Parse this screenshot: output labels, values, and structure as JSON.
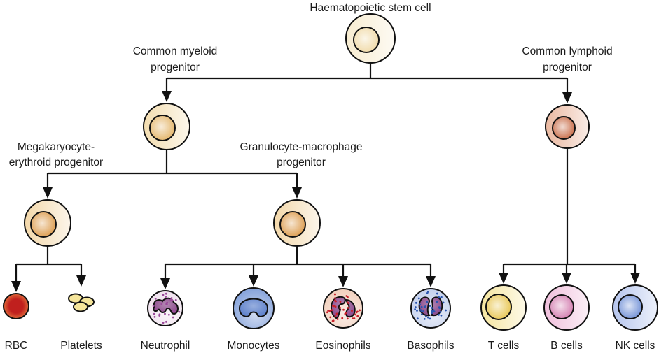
{
  "title": "Haematopoiesis lineage diagram",
  "nodes": {
    "hsc": {
      "label": [
        "Haematopoietic stem cell"
      ],
      "type": "progenitor",
      "cytoplasm": "#f7ecd0",
      "nucleus": "#f0d9a6"
    },
    "cmp": {
      "label": [
        "Common myeloid",
        "progenitor"
      ],
      "type": "progenitor",
      "cytoplasm": "#f3ddb0",
      "nucleus": "#e3b467"
    },
    "clp": {
      "label": [
        "Common lymphoid",
        "progenitor"
      ],
      "type": "progenitor",
      "cytoplasm": "#eab8a0",
      "nucleus": "#c86a45"
    },
    "mep": {
      "label": [
        "Megakaryocyte-",
        "erythroid progenitor"
      ],
      "type": "progenitor",
      "cytoplasm": "#f3d8aa",
      "nucleus": "#dc9a4a"
    },
    "gmp": {
      "label": [
        "Granulocyte-macrophage",
        "progenitor"
      ],
      "type": "progenitor",
      "cytoplasm": "#f3d8aa",
      "nucleus": "#dc9a4a"
    },
    "rbc": {
      "label": [
        "RBC"
      ],
      "type": "rbc",
      "cytoplasm": "#c0201e",
      "nucleus": "#e06a3a"
    },
    "platelets": {
      "label": [
        "Platelets"
      ],
      "type": "platelets",
      "cytoplasm": "#f5e59a"
    },
    "neutrophil": {
      "label": [
        "Neutrophil"
      ],
      "type": "granulocyte",
      "cytoplasm": "#f1e4ef",
      "nucleus": "#8c4a8c",
      "granule": "#9a4a9a"
    },
    "monocytes": {
      "label": [
        "Monocytes"
      ],
      "type": "monocyte",
      "cytoplasm": "#8aa6dc",
      "nucleus": "#5f82cc"
    },
    "eosinophils": {
      "label": [
        "Eosinophils"
      ],
      "type": "eosinophil",
      "cytoplasm": "#f2d2c0",
      "nucleus": "#8c4a8c",
      "granule": "#c8202a"
    },
    "basophils": {
      "label": [
        "Basophils"
      ],
      "type": "basophil",
      "cytoplasm": "#c7d3ee",
      "nucleus": "#8a4a8c",
      "granule": "#2a55b0"
    },
    "t_cells": {
      "label": [
        "T cells"
      ],
      "type": "lymphocyte",
      "cytoplasm": "#f6e6a0",
      "nucleus": "#e8c550"
    },
    "b_cells": {
      "label": [
        "B cells"
      ],
      "type": "lymphocyte",
      "cytoplasm": "#f0bfdc",
      "nucleus": "#d27bae"
    },
    "nk_cells": {
      "label": [
        "NK cells"
      ],
      "type": "lymphocyte",
      "cytoplasm": "#b6c6ee",
      "nucleus": "#6f8fd6"
    }
  },
  "edges": [
    {
      "from": "hsc",
      "to": [
        "cmp",
        "clp"
      ]
    },
    {
      "from": "cmp",
      "to": [
        "mep",
        "gmp"
      ]
    },
    {
      "from": "mep",
      "to": [
        "rbc",
        "platelets"
      ]
    },
    {
      "from": "gmp",
      "to": [
        "neutrophil",
        "monocytes",
        "eosinophils",
        "basophils"
      ]
    },
    {
      "from": "clp",
      "to": [
        "t_cells",
        "b_cells",
        "nk_cells"
      ]
    }
  ],
  "colors": {
    "line": "#111111",
    "text": "#1a1a1a"
  }
}
